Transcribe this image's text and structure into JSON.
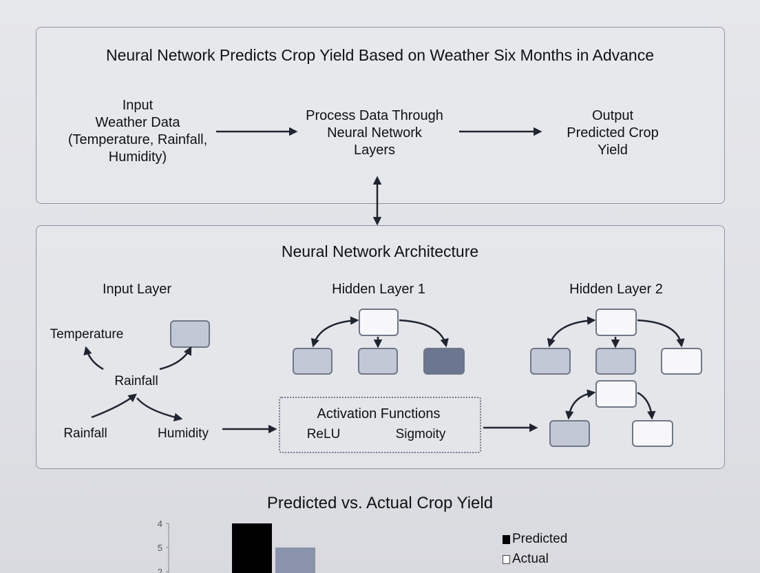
{
  "top_panel": {
    "title": "Neural Network Predicts Crop Yield Based on Weather Six Months in Advance",
    "input": {
      "heading": "Input",
      "lines": [
        "Weather Data",
        "(Temperature, Rainfall,",
        "Humidity)"
      ]
    },
    "process": {
      "lines": [
        "Process Data Through",
        "Neural Network",
        "Layers"
      ]
    },
    "output": {
      "heading": "Output",
      "lines": [
        "Predicted Crop",
        "Yield"
      ]
    }
  },
  "architecture_panel": {
    "title": "Neural Network Architecture",
    "input_layer": {
      "heading": "Input Layer",
      "labels": [
        "Temperature",
        "Rainfall",
        "Rainfall",
        "Humidity"
      ]
    },
    "hidden_layer_1": {
      "heading": "Hidden Layer 1"
    },
    "hidden_layer_2": {
      "heading": "Hidden Layer 2"
    },
    "activation": {
      "heading": "Activation Functions",
      "functions": [
        "ReLU",
        "Sigmoity"
      ]
    }
  },
  "chart_data": {
    "type": "bar",
    "title": "Predicted vs. Actual Crop Yield",
    "y_ticks": [
      "4",
      "5",
      "2"
    ],
    "series": [
      {
        "name": "Predicted",
        "color": "#000000",
        "values": [
          4
        ]
      },
      {
        "name": "Actual",
        "color": "#8a93aa",
        "values": [
          5
        ]
      }
    ],
    "legend": [
      "Predicted",
      "Actual"
    ],
    "legend_position": "right"
  }
}
